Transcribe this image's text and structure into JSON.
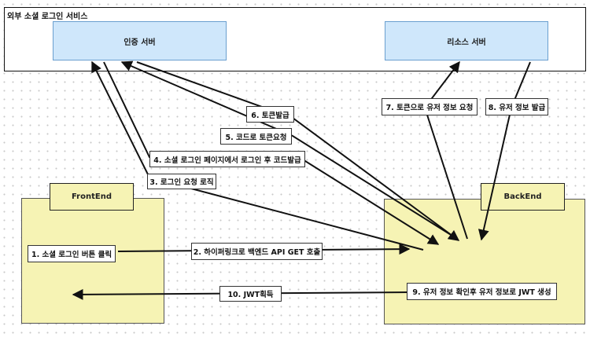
{
  "outer_title": "외부 소셜 로그인 서비스",
  "nodes": {
    "auth_server": "인증 서버",
    "resource_server": "리소스 서버",
    "frontend": "FrontEnd",
    "backend": "BackEnd"
  },
  "steps": {
    "s1": "1. 소셜 로그인 버튼 클릭",
    "s2": "2. 하이퍼링크로 백엔드 API GET 호출",
    "s3": "3. 로그인 요청 로직",
    "s4": "4. 소셜 로그인 페이지에서 로그인  후 코드발급",
    "s5": "5. 코드로 토큰요청",
    "s6": "6. 토큰발급",
    "s7": "7. 토큰으로 유저 정보 요청",
    "s8": "8. 유저 정보 발급",
    "s9": "9. 유저 정보 확인후 유저 정보로 JWT 생성",
    "s10": "10. JWT획득"
  },
  "colors": {
    "server_fill": "#cfe7fb",
    "zone_fill": "#f6f3b4",
    "line": "#111111"
  }
}
